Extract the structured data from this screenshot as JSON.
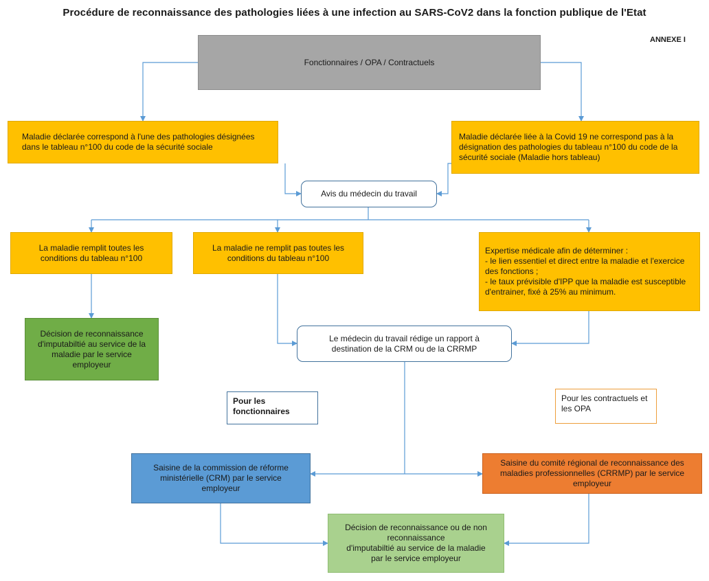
{
  "title": "Procédure de reconnaissance des pathologies liées à une infection au SARS-CoV2 dans la fonction publique de l'Etat",
  "annexe": "ANNEXE I",
  "nodes": {
    "top": "Fonctionnaires / OPA / Contractuels",
    "left_condition": "Maladie déclarée correspond à l'une des pathologies désignées dans le tableau n°100 du code de la sécurité sociale",
    "right_condition": "Maladie déclarée liée à la Covid 19 ne correspond pas à la désignation des pathologies du tableau n°100 du code de la sécurité sociale (Maladie hors tableau)",
    "avis": "Avis du médecin du travail",
    "remplit": "La maladie remplit toutes les conditions du tableau n°100",
    "ne_remplit_pas": "La maladie ne remplit pas toutes les conditions du tableau n°100",
    "expertise": "Expertise médicale afin de déterminer :\n- le lien essentiel et direct entre la maladie et l'exercice des fonctions ;\n- le taux prévisible d'IPP que la maladie est susceptible d'entrainer, fixé à 25% au minimum.",
    "decision_employeur": "Décision de reconnaissance d'imputabiltié au service de la maladie  par le service employeur",
    "rapport": "Le médecin du travail rédige un rapport à destination de la CRM ou de la CRRMP",
    "note_fonctionnaires": "Pour les fonctionnaires",
    "note_contractuels": "Pour les contractuels et les OPA",
    "crm": "Saisine de la commission de réforme ministérielle (CRM) par le service employeur",
    "crrmp": "Saisine du comité régional de reconnaissance des maladies professionnelles (CRRMP) par le service employeur",
    "decision_finale": "Décision de reconnaissance ou de non reconnaissance\nd'imputabiltié au service de la maladie\npar le service employeur"
  },
  "colors": {
    "orange": "#ffc000",
    "grey": "#a6a6a6",
    "green": "#70ad47",
    "light_green": "#a9d18e",
    "blue": "#5b9bd5",
    "dark_orange": "#ed7d31",
    "connector": "#5b9bd5"
  }
}
